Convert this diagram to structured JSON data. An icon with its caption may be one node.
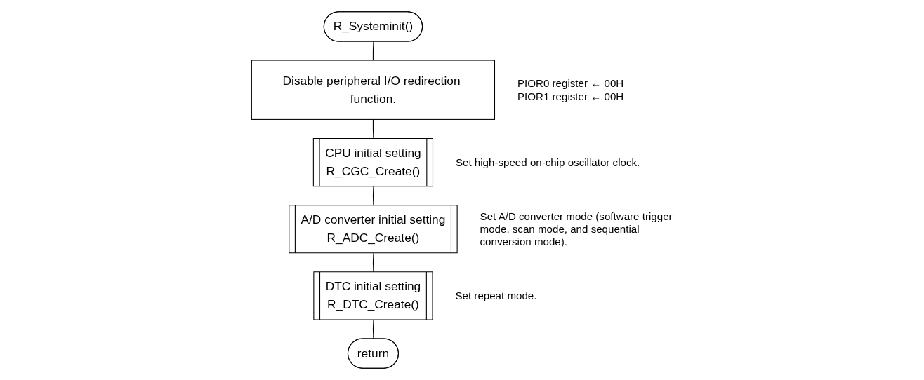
{
  "diagram": {
    "nodes": [
      {
        "text": [
          "R_Systeminit()"
        ]
      },
      {
        "text": [
          "Disable peripheral I/O redirection function."
        ],
        "beside": [
          "PIOR0 register ← 00H",
          "PIOR1 register ← 00H"
        ]
      },
      {
        "text": [
          "CPU initial setting",
          "R_CGC_Create()"
        ],
        "beside": [
          "Set high-speed on-chip oscillator clock."
        ]
      },
      {
        "text": [
          "A/D converter initial setting",
          "R_ADC_Create()"
        ],
        "beside": [
          "Set A/D converter mode (software trigger mode, scan mode, and sequential conversion mode)."
        ]
      },
      {
        "text": [
          "DTC initial setting",
          "R_DTC_Create()"
        ],
        "beside": [
          "Set repeat mode."
        ]
      },
      {
        "text": [
          "return"
        ]
      }
    ],
    "edges": [
      {
        "from": 0,
        "to": 1,
        "arrow": "none"
      },
      {
        "from": 1,
        "to": 2,
        "arrow": "none"
      },
      {
        "from": 2,
        "to": 3,
        "arrow": "none"
      },
      {
        "from": 3,
        "to": 4,
        "arrow": "none"
      },
      {
        "from": 4,
        "to": 5,
        "arrow": "none"
      }
    ]
  }
}
